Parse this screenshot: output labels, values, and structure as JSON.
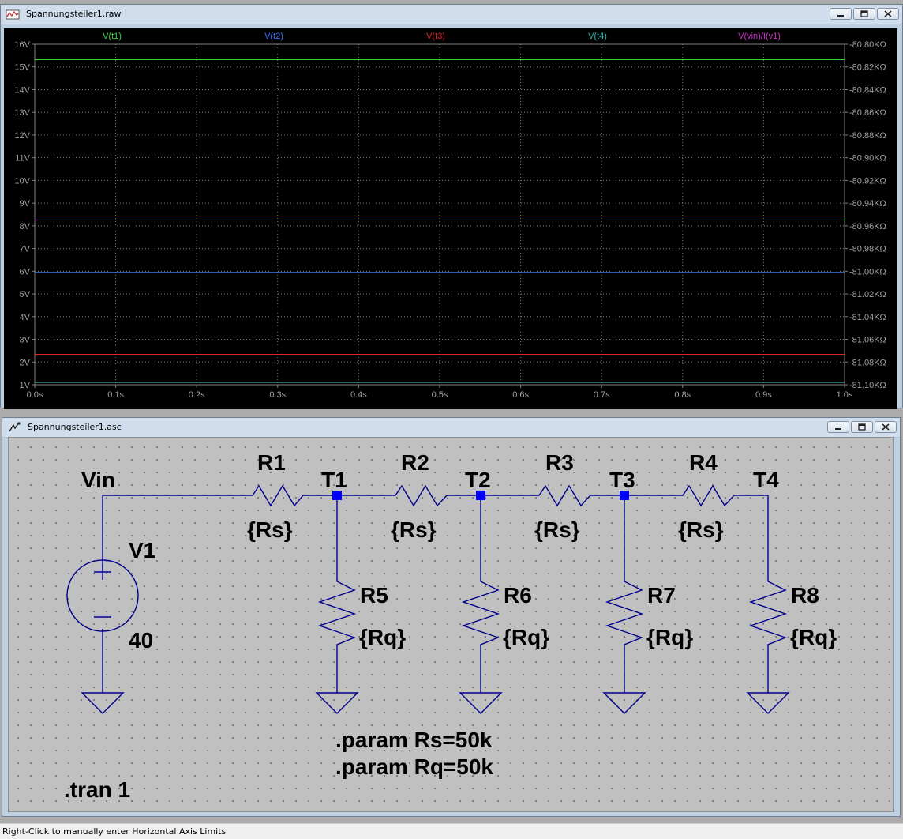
{
  "waveform_window": {
    "title": "Spannungsteiler1.raw",
    "icon": "waveform-viewer-icon"
  },
  "schematic_window": {
    "title": "Spannungsteiler1.asc",
    "icon": "schematic-editor-icon"
  },
  "window_controls": {
    "minimize": "minimize-icon",
    "restore": "restore-icon",
    "close": "close-icon"
  },
  "status_bar": {
    "text": "Right-Click to manually enter Horizontal Axis Limits"
  },
  "chart_data": {
    "type": "line",
    "title": "",
    "xlabel": "",
    "ylabel": "",
    "xlim": [
      0.0,
      1.0
    ],
    "ylim_left": [
      1,
      16
    ],
    "ylim_right": [
      -81.1,
      -80.8
    ],
    "grid": true,
    "x_ticks": [
      "0.0s",
      "0.1s",
      "0.2s",
      "0.3s",
      "0.4s",
      "0.5s",
      "0.6s",
      "0.7s",
      "0.8s",
      "0.9s",
      "1.0s"
    ],
    "y_left_ticks": [
      "16V",
      "15V",
      "14V",
      "13V",
      "12V",
      "11V",
      "10V",
      "9V",
      "8V",
      "7V",
      "6V",
      "5V",
      "4V",
      "3V",
      "2V",
      "1V"
    ],
    "y_right_ticks": [
      "-80.80KΩ",
      "-80.82KΩ",
      "-80.84KΩ",
      "-80.86KΩ",
      "-80.88KΩ",
      "-80.90KΩ",
      "-80.92KΩ",
      "-80.94KΩ",
      "-80.96KΩ",
      "-80.98KΩ",
      "-81.00KΩ",
      "-81.02KΩ",
      "-81.04KΩ",
      "-81.06KΩ",
      "-81.08KΩ",
      "-81.10KΩ"
    ],
    "series": [
      {
        "name": "V(t1)",
        "axis": "left",
        "color": "#3FD13F",
        "x": [
          0.0,
          1.0
        ],
        "y": [
          15.32,
          15.32
        ]
      },
      {
        "name": "V(t2)",
        "axis": "left",
        "color": "#3C78F0",
        "x": [
          0.0,
          1.0
        ],
        "y": [
          5.95,
          5.95
        ]
      },
      {
        "name": "V(t3)",
        "axis": "left",
        "color": "#E02424",
        "x": [
          0.0,
          1.0
        ],
        "y": [
          2.34,
          2.34
        ]
      },
      {
        "name": "V(t4)",
        "axis": "left",
        "color": "#2FB4B4",
        "x": [
          0.0,
          1.0
        ],
        "y": [
          1.1,
          1.1
        ]
      },
      {
        "name": "V(vin)/I(v1)",
        "axis": "right",
        "color": "#D02ED0",
        "x": [
          0.0,
          1.0
        ],
        "y": [
          -80.9549,
          -80.9549
        ]
      }
    ]
  },
  "schematic": {
    "wire_color": "#00008B",
    "labels": {
      "vin": "Vin",
      "v1_name": "V1",
      "v1_value": "40",
      "r1": "R1",
      "r2": "R2",
      "r3": "R3",
      "r4": "R4",
      "r5": "R5",
      "r6": "R6",
      "r7": "R7",
      "r8": "R8",
      "rs1": "{Rs}",
      "rs2": "{Rs}",
      "rs3": "{Rs}",
      "rs4": "{Rs}",
      "rq5": "{Rq}",
      "rq6": "{Rq}",
      "rq7": "{Rq}",
      "rq8": "{Rq}",
      "t1": "T1",
      "t2": "T2",
      "t3": "T3",
      "t4": "T4",
      "param_rs": ".param Rs=50k",
      "param_rq": ".param Rq=50k",
      "tran": ".tran 1"
    }
  }
}
